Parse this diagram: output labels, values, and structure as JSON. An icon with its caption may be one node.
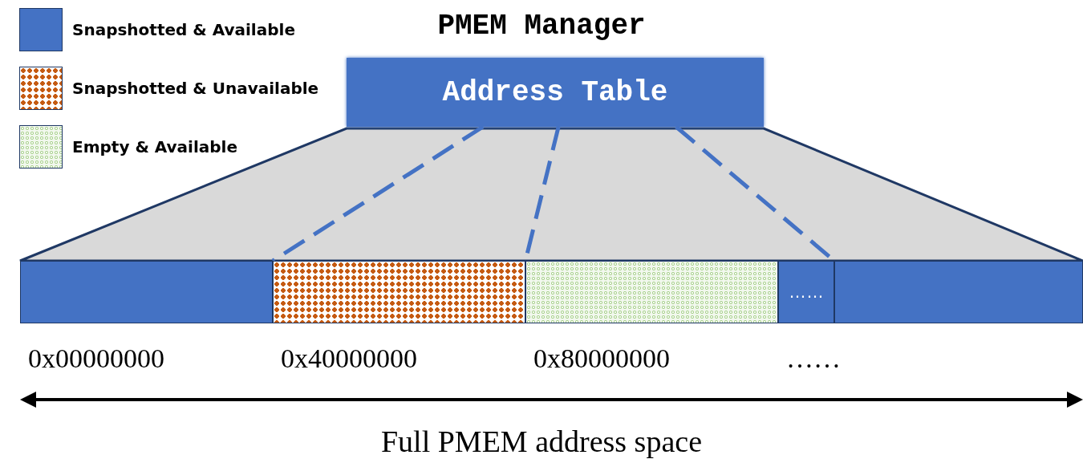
{
  "diagram": {
    "title": "PMEM Manager",
    "nodes": [
      {
        "text": [
          "Address Table"
        ]
      },
      {
        "text": [],
        "shape": "box"
      },
      {
        "text": [],
        "shape": "box"
      },
      {
        "text": [],
        "shape": "box"
      },
      {
        "text": [
          "……"
        ]
      },
      {
        "text": [],
        "shape": "box"
      }
    ],
    "edges": [
      {
        "from": 0,
        "to": 2,
        "arrow": "none",
        "style": "dashed"
      },
      {
        "from": 0,
        "to": 3,
        "arrow": "none",
        "style": "dashed"
      },
      {
        "from": 0,
        "to": 5,
        "arrow": "none",
        "style": "dashed"
      }
    ],
    "labels": [
      "0x00000000",
      "0x40000000",
      "0x80000000",
      "……",
      "Full PMEM address space"
    ],
    "legend": [
      {
        "text": "Snapshotted & Available",
        "color": "#4472c4"
      },
      {
        "text": "Snapshotted & Unavailable",
        "color": "#c55a11"
      },
      {
        "text": "Empty & Available",
        "color": "#a9d18e"
      }
    ]
  }
}
